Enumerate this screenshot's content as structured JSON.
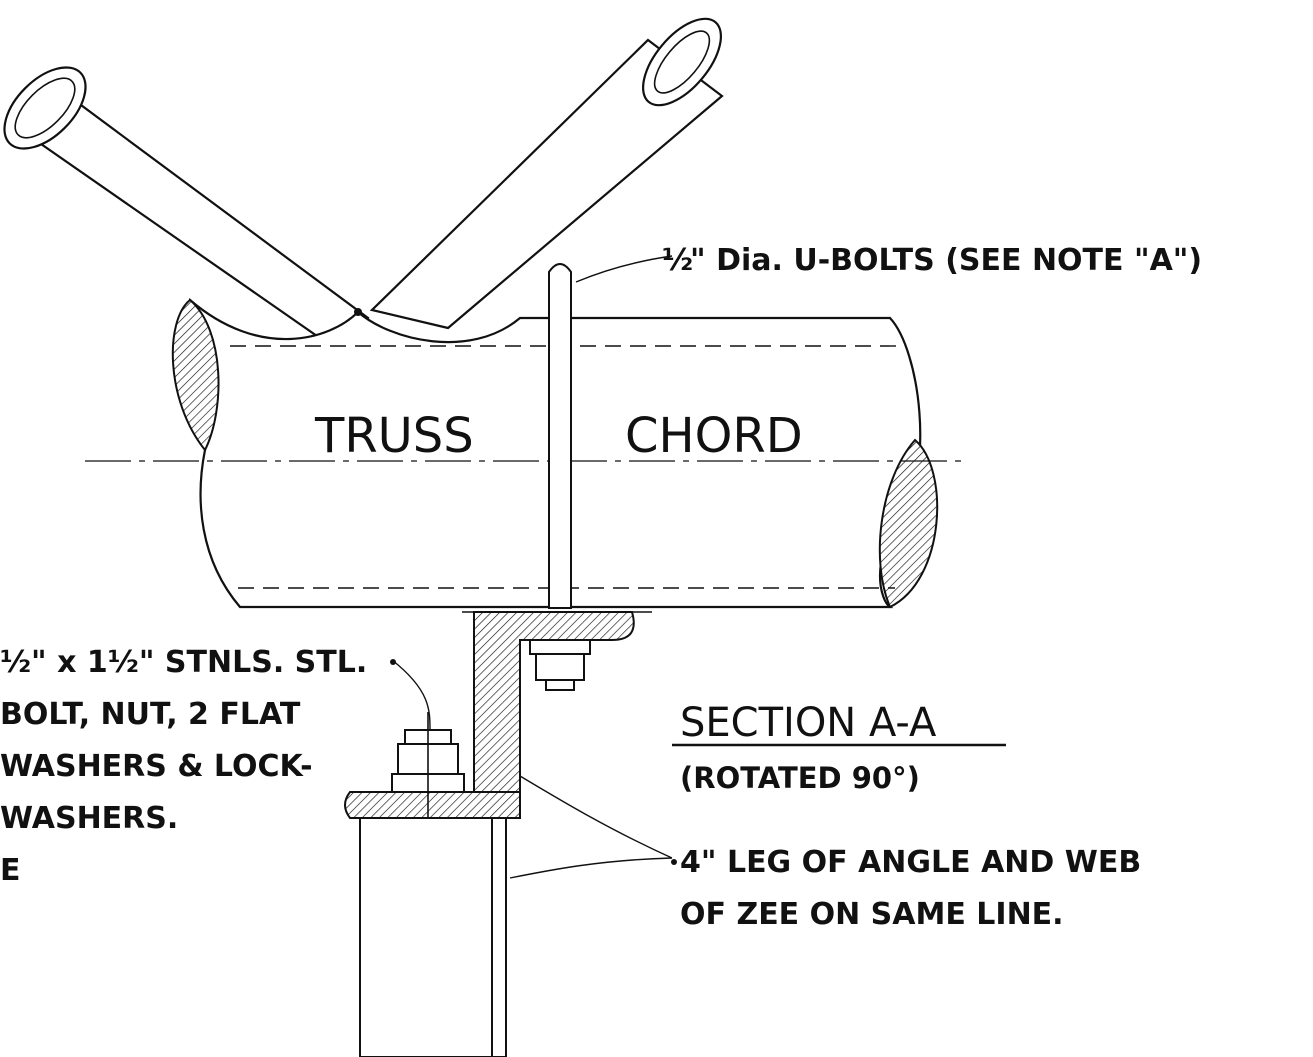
{
  "labels": {
    "ubolt_frac": "½",
    "ubolt_text": "\" Dia. U-BOLTS (SEE NOTE \"A\")",
    "truss": "TRUSS",
    "chord": "CHORD",
    "bolt_line1": "½\" x 1½\" STNLS. STL.",
    "bolt_line2": "BOLT, NUT, 2 FLAT",
    "bolt_line3": "WASHERS & LOCK-",
    "bolt_line4": "WASHERS.",
    "bolt_line5": "E",
    "section_title": "SECTION A-A",
    "section_sub": "(ROTATED 90°)",
    "angle_line1": "4\" LEG OF ANGLE AND WEB",
    "angle_line2": "OF ZEE ON SAME LINE."
  }
}
